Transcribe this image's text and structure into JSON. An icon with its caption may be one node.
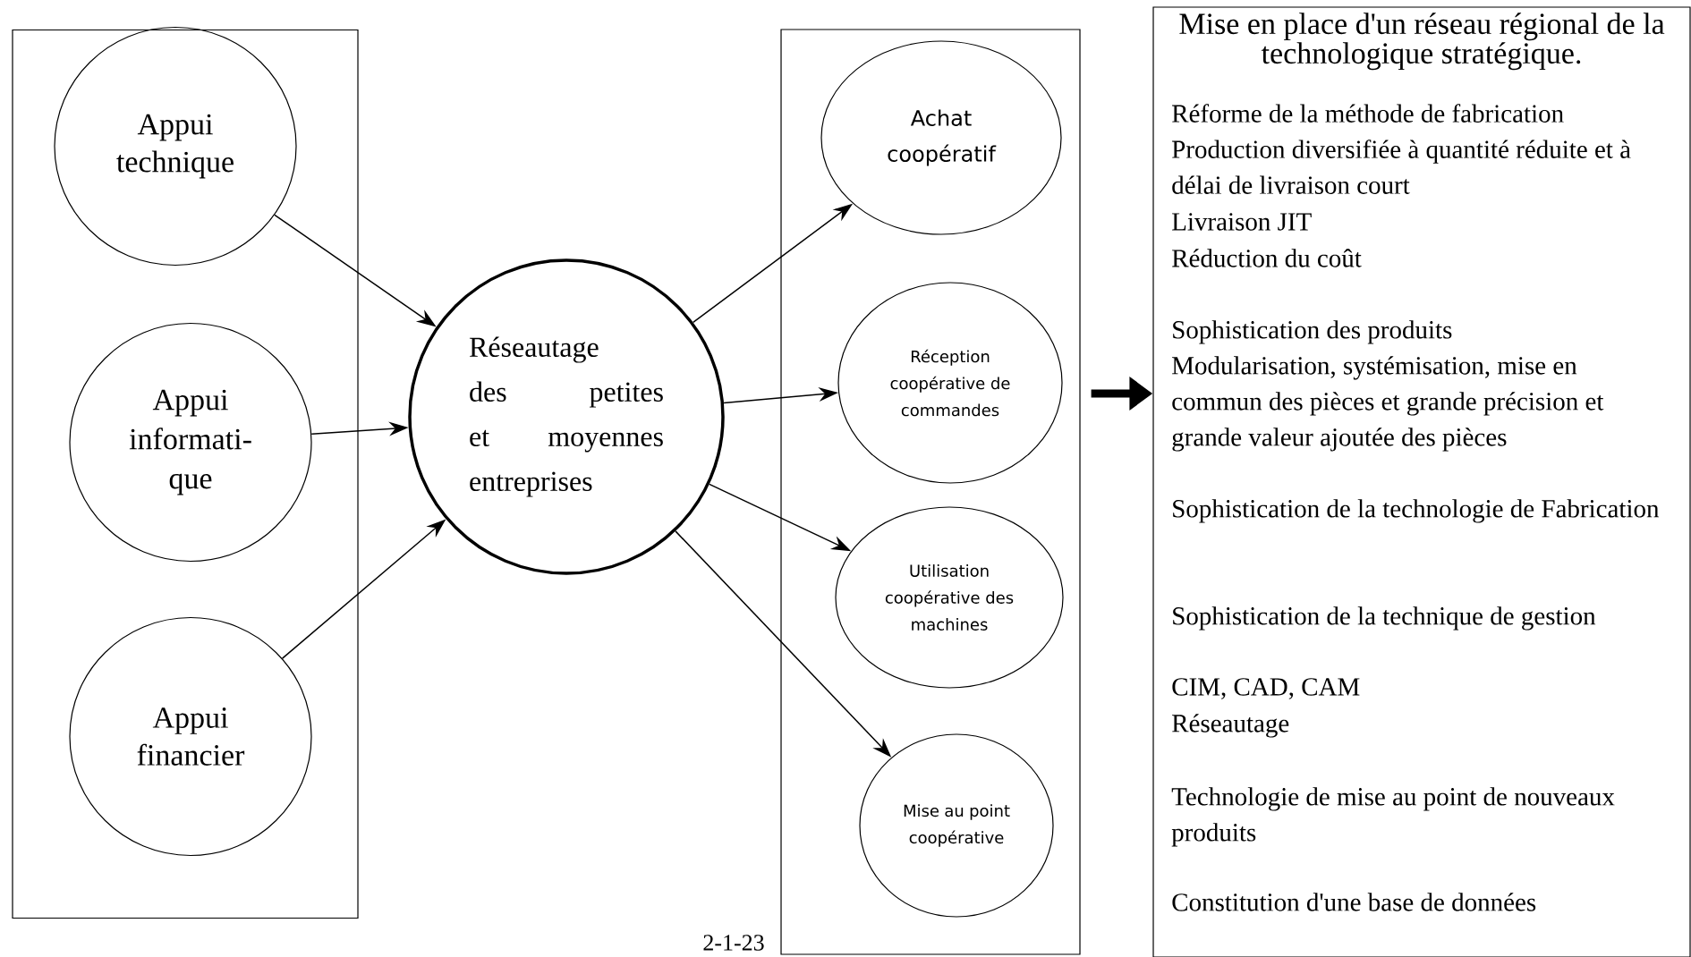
{
  "diagram": {
    "nodes": [
      {
        "text": [],
        "shape": "box"
      },
      {
        "text": [
          "Appui technique"
        ],
        "in": 0
      },
      {
        "text": [
          "Appui informati- que"
        ],
        "in": 0
      },
      {
        "text": [
          "Appui financier"
        ],
        "in": 0
      },
      {
        "text": [
          "Réseautage des petites et moyennes entreprises"
        ]
      },
      {
        "text": [],
        "shape": "box"
      },
      {
        "text": [
          "Achat coopératif"
        ],
        "in": 5
      },
      {
        "text": [
          "Réception coopérative de commandes"
        ],
        "in": 5
      },
      {
        "text": [
          "Utilisation coopérative des machines"
        ],
        "in": 5
      },
      {
        "text": [
          "Mise au point coopérative"
        ],
        "in": 5
      },
      {
        "text": [
          "Mise en place d'un réseau régional de la technologique stratégique.",
          "Réforme de la méthode de fabrication",
          "Production diversifiée à quantité réduite et à délai de livraison court",
          "Livraison JIT",
          "Réduction du coût",
          "Sophistication des produits",
          "Modularisation, systémisation, mise en commun des pièces et grande précision et grande valeur ajoutée des pièces",
          "Sophistication de la technologie de Fabrication",
          "Sophistication de la technique de gestion",
          "CIM, CAD, CAM",
          "Réseautage",
          "Technologie de mise au point de nouveaux produits",
          "Constitution d'une base de données"
        ]
      }
    ],
    "edges": [
      {
        "from": 1,
        "to": 4,
        "arrow": "to"
      },
      {
        "from": 2,
        "to": 4,
        "arrow": "to"
      },
      {
        "from": 3,
        "to": 4,
        "arrow": "to"
      },
      {
        "from": 4,
        "to": 6,
        "arrow": "to"
      },
      {
        "from": 4,
        "to": 7,
        "arrow": "to"
      },
      {
        "from": 4,
        "to": 8,
        "arrow": "to"
      },
      {
        "from": 4,
        "to": 9,
        "arrow": "to"
      },
      {
        "from": 5,
        "to": 10,
        "arrow": "to",
        "style": "thick"
      }
    ],
    "labels": [
      "2-1-23"
    ]
  }
}
